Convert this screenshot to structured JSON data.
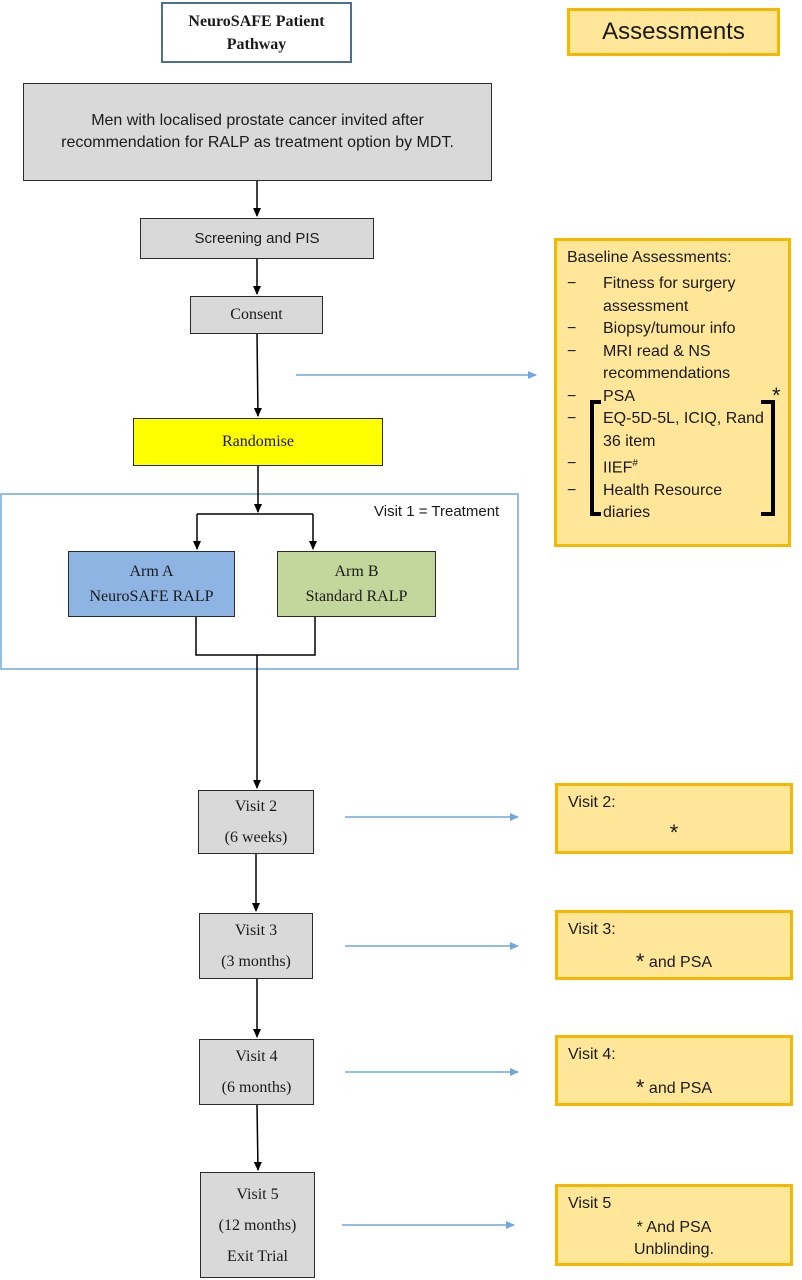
{
  "pathway": {
    "title": "NeuroSAFE Patient Pathway",
    "invite": "Men with localised prostate cancer invited after recommendation for RALP as  treatment option by MDT.",
    "screening": "Screening and PIS",
    "consent": "Consent",
    "randomise": "Randomise",
    "visit1_label": "Visit 1 = Treatment",
    "arm_a": {
      "line1": "Arm A",
      "line2": "NeuroSAFE RALP"
    },
    "arm_b": {
      "line1": "Arm B",
      "line2": "Standard RALP"
    },
    "visit2": {
      "line1": "Visit 2",
      "line2": "(6 weeks)"
    },
    "visit3": {
      "line1": "Visit 3",
      "line2": "(3 months)"
    },
    "visit4": {
      "line1": "Visit 4",
      "line2": "(6 months)"
    },
    "visit5": {
      "line1": "Visit 5",
      "line2": "(12 months)",
      "line3": "Exit Trial"
    }
  },
  "assessments": {
    "header": "Assessments",
    "baseline": {
      "title": "Baseline Assessments:",
      "dash": "−",
      "items": [
        "Fitness for surgery assessment",
        "Biopsy/tumour info",
        "MRI read & NS recommendations",
        "PSA",
        "EQ-5D-5L, ICIQ, Rand 36 item",
        "IIEF",
        "Health Resource diaries"
      ],
      "iief_superscript": "#",
      "bracket_star": "*"
    },
    "visit2": {
      "title": "Visit 2:",
      "star": "*"
    },
    "visit3": {
      "title": "Visit 3:",
      "star": "*",
      "text": " and PSA"
    },
    "visit4": {
      "title": "Visit 4:",
      "star": "*",
      "text": " and PSA"
    },
    "visit5": {
      "title": "Visit 5",
      "line1": "* And PSA",
      "line2": "Unblinding."
    }
  },
  "colors": {
    "grey_box": "#d9d9d9",
    "randomise": "#ffff00",
    "arm_a": "#8eb4e3",
    "arm_b": "#c3d69b",
    "assessment_fill": "#ffe699",
    "assessment_border": "#f5b800",
    "connector_blue": "#6fa8dc",
    "title_border": "#4f6f90"
  }
}
